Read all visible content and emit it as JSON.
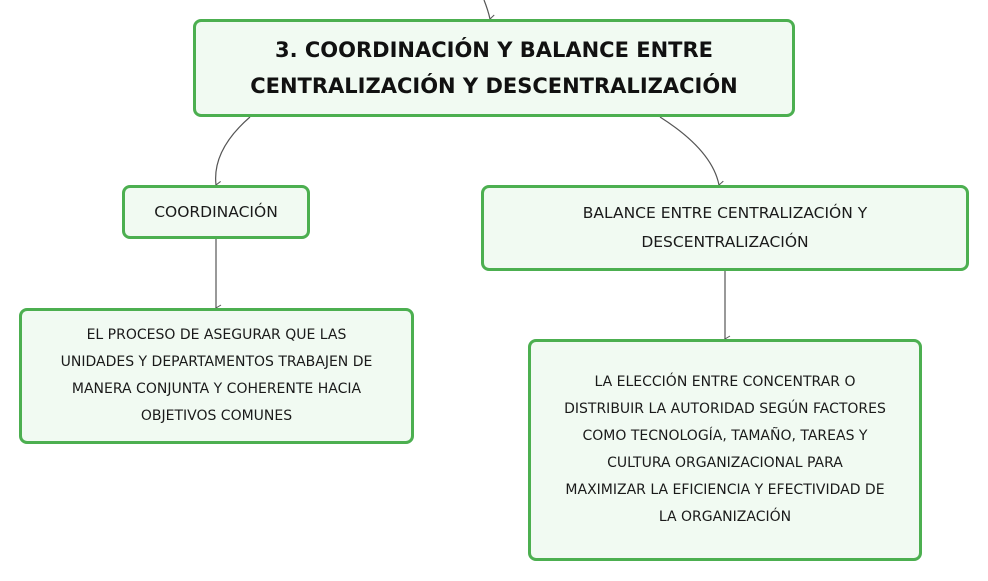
{
  "mindmap": {
    "main_topic": "3. COORDINACIÓN Y BALANCE ENTRE\nCENTRALIZACIÓN Y DESCENTRALIZACIÓN",
    "branches": [
      {
        "label": "COORDINACIÓN",
        "description": "EL PROCESO DE ASEGURAR QUE LAS\nUNIDADES Y DEPARTAMENTOS TRABAJEN DE\nMANERA CONJUNTA Y COHERENTE HACIA\nOBJETIVOS COMUNES"
      },
      {
        "label": "BALANCE ENTRE CENTRALIZACIÓN Y\nDESCENTRALIZACIÓN",
        "description": "LA ELECCIÓN ENTRE CONCENTRAR O\nDISTRIBUIR LA AUTORIDAD SEGÚN FACTORES\nCOMO TECNOLOGÍA, TAMAÑO, TAREAS Y\nCULTURA ORGANIZACIONAL PARA\nMAXIMIZAR LA EFICIENCIA Y EFECTIVIDAD DE\nLA ORGANIZACIÓN"
      }
    ]
  },
  "colors": {
    "node_border": "#4caf50",
    "node_fill": "#f1faf2",
    "connector": "#555555"
  }
}
